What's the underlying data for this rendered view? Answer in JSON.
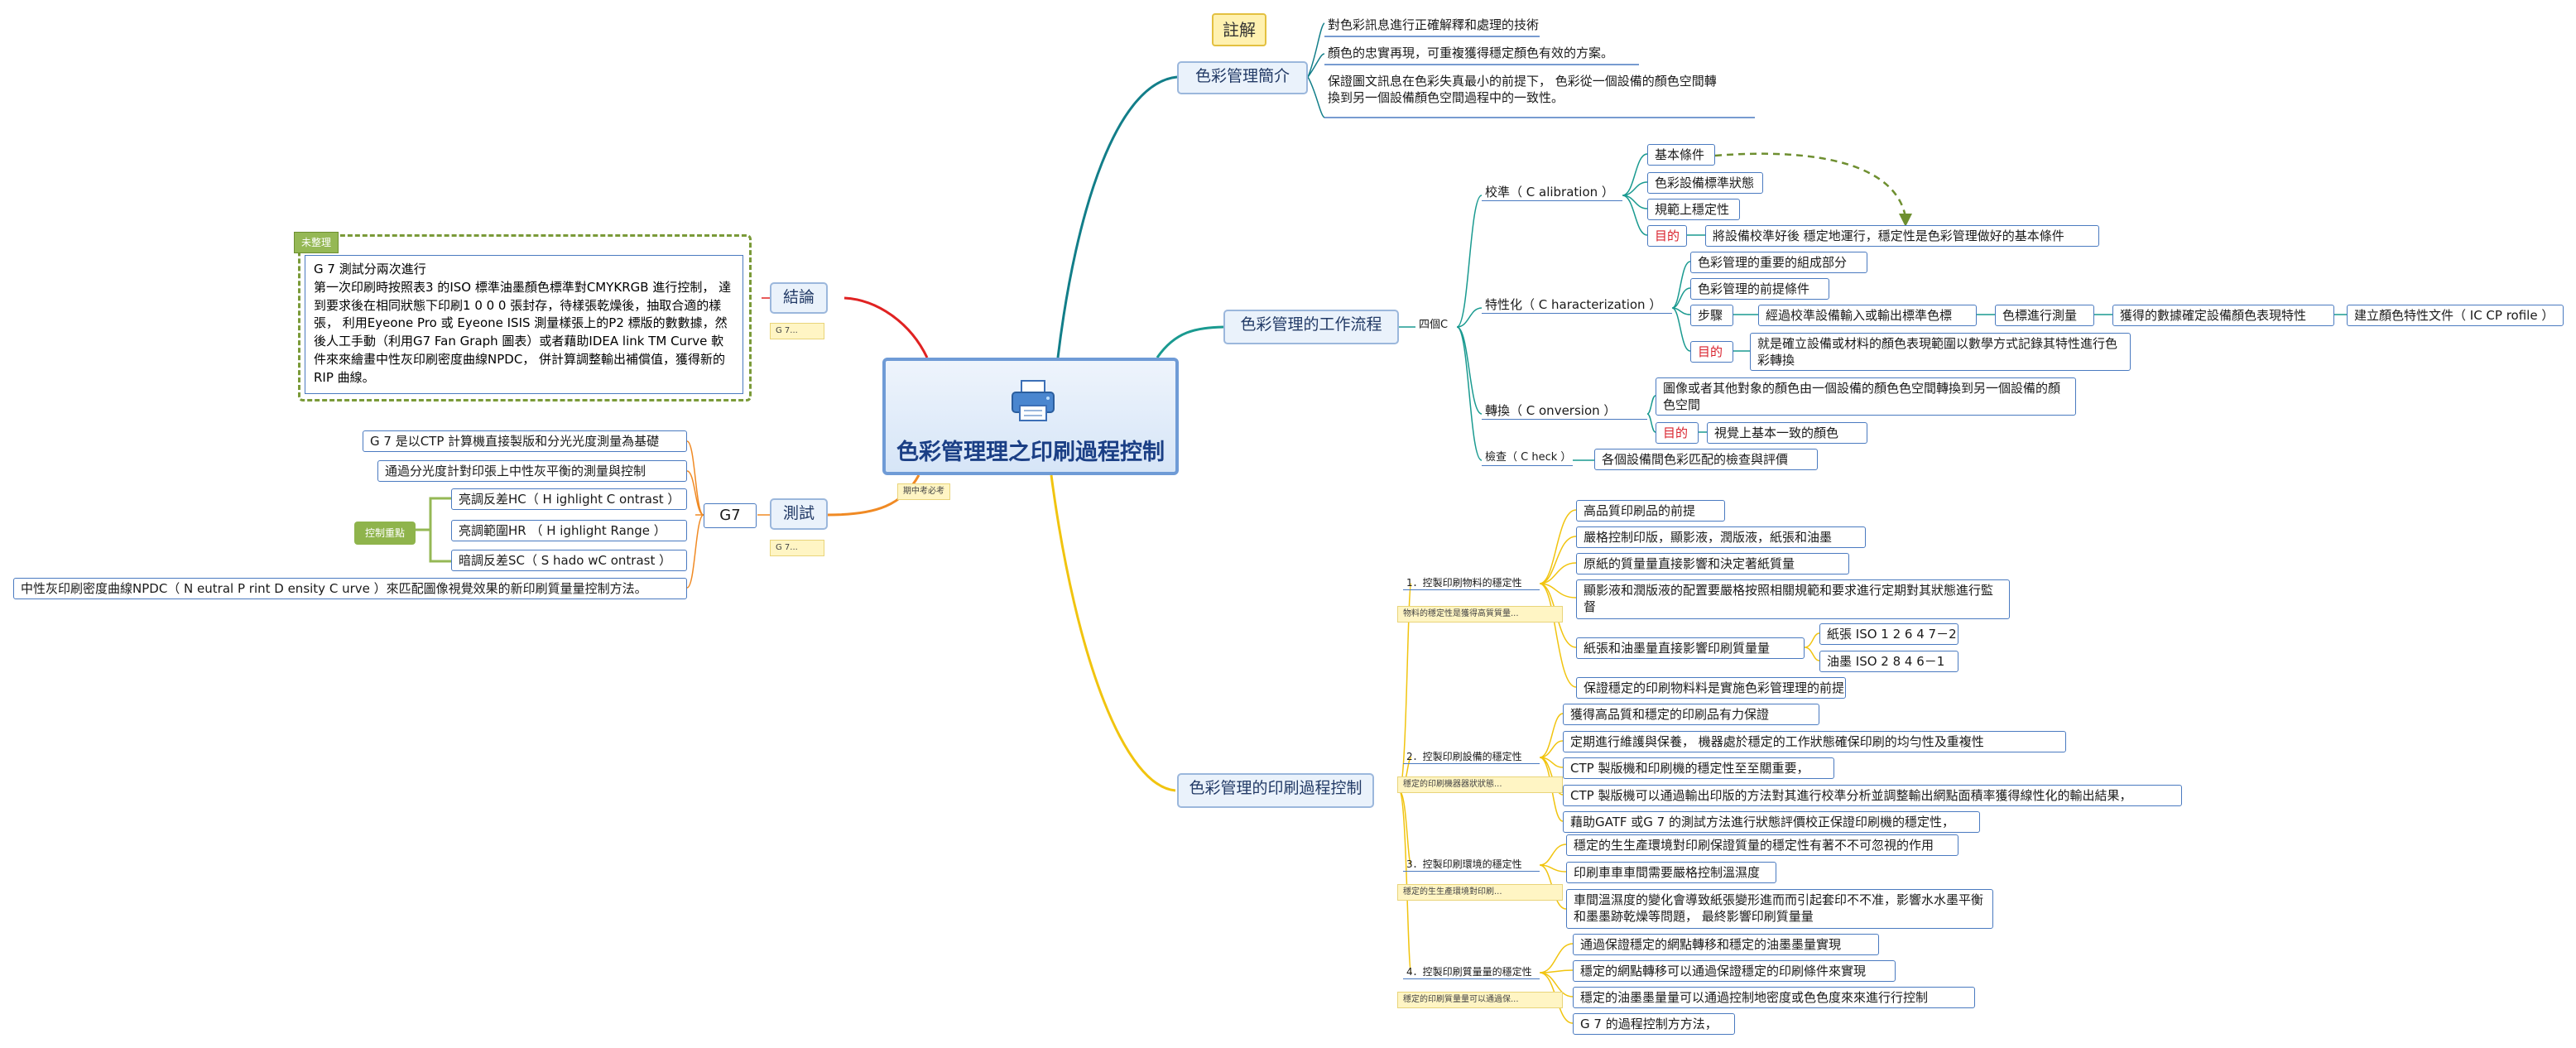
{
  "central": {
    "title": "色彩管理理之印刷過程控制",
    "icon": "printer-icon"
  },
  "comment": {
    "label": "註解"
  },
  "branch_intro": {
    "label": "色彩管理簡介",
    "items": [
      "對色彩訊息進行正確解釋和處理的技術",
      "顏色的忠實再現，可重複獲得穩定顏色有效的方案。",
      "保證圖文訊息在色彩失真最小的前提下， 色彩從一個設備的顏色空間轉換到另一個設備顏色空間過程中的一致性。"
    ]
  },
  "branch_workflow": {
    "label": "色彩管理的工作流程",
    "four_c": "四個C",
    "calibration": {
      "label": "校準（ C alibration ）",
      "items": [
        "基本條件",
        "色彩設備標準狀態",
        "規範上穩定性"
      ],
      "goal_label": "目的",
      "goal_text": "將設備校準好後 穩定地運行，穩定性是色彩管理做好的基本條件"
    },
    "characterization": {
      "label": "特性化（ C haracterization ）",
      "items": [
        "色彩管理的重要的組成部分",
        "色彩管理的前提條件"
      ],
      "steps_label": "步驟",
      "steps": [
        "經過校準設備輸入或輸出標準色標",
        "色標進行測量",
        "獲得的數據確定設備顏色表現特性",
        "建立顏色特性文件（ IC CP rofile ）"
      ],
      "goal_label": "目的",
      "goal_text": "就是確立設備或材料的顏色表現範圍以數學方式記錄其特性進行色彩轉換"
    },
    "conversion": {
      "label": "轉換（ C onversion ）",
      "text": "圖像或者其他對象的顏色由一個設備的顏色色空間轉換到另一個設備的顏色空間",
      "goal_label": "目的",
      "goal_text": "視覺上基本一致的顏色"
    },
    "check": {
      "label": "檢查（ C heck ）",
      "text": "各個設備間色彩匹配的檢查與評價"
    }
  },
  "branch_conclusion": {
    "label": "結論",
    "note": "G 7...",
    "summary_tag": "未整理",
    "summary_text": "G 7 測試分兩次進行\n第一次印刷時按照表3 的ISO 標準油墨顏色標準對CMYKRGB 進行控制， 達到要求後在相同狀態下印刷1 0 0 0 張封存，待樣張乾燥後，抽取合適的樣張， 利用Eyeone Pro 或 Eyeone ISIS 測量樣張上的P2 標版的數數據，然後人工手動（利用G7 Fan Graph 圖表）或者藉助IDEA link TM Curve 軟件來來繪畫中性灰印刷密度曲線NPDC， 併計算調整輸出補償值，獲得新的RIP 曲線。"
  },
  "branch_test": {
    "label": "測試",
    "note": "G 7...",
    "g7_label": "G7",
    "control_tag": "控制重點",
    "items": [
      "G 7 是以CTP 計算機直接製版和分光光度測量為基礎",
      "通過分光度計對印張上中性灰平衡的測量與控制"
    ],
    "controls": [
      "亮調反差HC（ H ighlight C ontrast ）",
      "亮調範圍HR （ H ighlight Range ）",
      "暗調反差SC（ S hado wC ontrast ）"
    ],
    "npdc": "中性灰印刷密度曲線NPDC（ N eutral P rint D ensity C urve ）來匹配圖像視覺效果的新印刷質量量控制方法。"
  },
  "central_note": "期中考必考",
  "branch_print": {
    "label": "色彩管理的印刷過程控制",
    "groups": [
      {
        "label": "1．控製印刷物料的穩定性",
        "note": "物料的穩定性是獲得高質質量...",
        "items": [
          "高品質印刷品的前提",
          "嚴格控制印版，顯影液，潤版液，紙張和油墨",
          "原紙的質量量直接影響和決定著紙質量",
          "顯影液和潤版液的配置要嚴格按照相關規範和要求進行定期對其狀態進行監督",
          "紙張和油墨量直接影響印刷質量量",
          "保證穩定的印刷物料料是實施色彩管理理的前提"
        ],
        "sub_items": [
          "紙張 ISO 1 2 6 4 7－2",
          "油墨 ISO 2 8 4 6－1"
        ]
      },
      {
        "label": "2．控製印刷設備的穩定性",
        "note": "穩定的印刷機器器狀狀態...",
        "items": [
          "獲得高品質和穩定的印刷品有力保證",
          "定期進行維護與保養， 機器處於穩定的工作狀態確保印刷的均勻性及重複性",
          "CTP 製版機和印刷機的穩定性至至關重要，",
          "CTP 製版機可以通過輸出印版的方法對其進行校準分析並調整輸出網點面積率獲得線性化的輸出結果，",
          "藉助GATF 或G 7 的測試方法進行狀態評價校正保證印刷機的穩定性，"
        ]
      },
      {
        "label": "3．控製印刷環境的穩定性",
        "note": "穩定的生生產環境對印刷...",
        "items": [
          "穩定的生生產環境對印刷保證質量的穩定性有著不不可忽視的作用",
          "印刷車車車間需要嚴格控制溫濕度",
          "車間溫濕度的變化會導致紙張變形進而而引起套印不不准，影響水水墨平衡和墨墨跡乾燥等問題， 最終影響印刷質量量"
        ]
      },
      {
        "label": "4．控製印刷質量量的穩定性",
        "note": "穩定的印刷質量量可以通過保...",
        "items": [
          "通過保證穩定的網點轉移和穩定的油墨墨量實現",
          "穩定的網點轉移可以通過保證穩定的印刷條件來實現",
          "穩定的油墨墨量量可以通過控制地密度或色色度來來進行行控制",
          "G 7 的過程控制方方法，"
        ]
      }
    ]
  }
}
